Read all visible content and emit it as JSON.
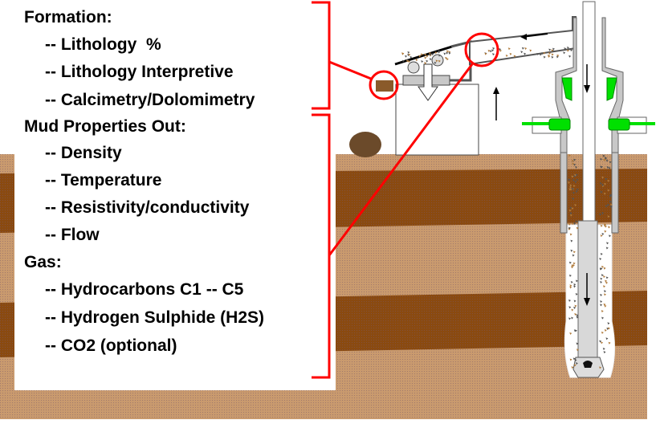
{
  "sections": [
    {
      "heading": "Formation:",
      "items": [
        "-- Lithology  %",
        "-- Lithology Interpretive",
        "-- Calcimetry/Dolomimetry"
      ]
    },
    {
      "heading": "Mud Properties Out:",
      "items": [
        "-- Density",
        "-- Temperature",
        "-- Resistivity/conductivity",
        "-- Flow"
      ]
    },
    {
      "heading": "Gas:",
      "items": [
        "-- Hydrocarbons C1 -- C5",
        "-- Hydrogen Sulphide (H2S)",
        "-- CO2 (optional)"
      ]
    }
  ],
  "colors": {
    "bracket": "#ff0000",
    "light_layer": "#c99a6e",
    "dark_layer": "#8a4a10",
    "preventer": "#00e000",
    "pipe": "#c8c8c8"
  }
}
